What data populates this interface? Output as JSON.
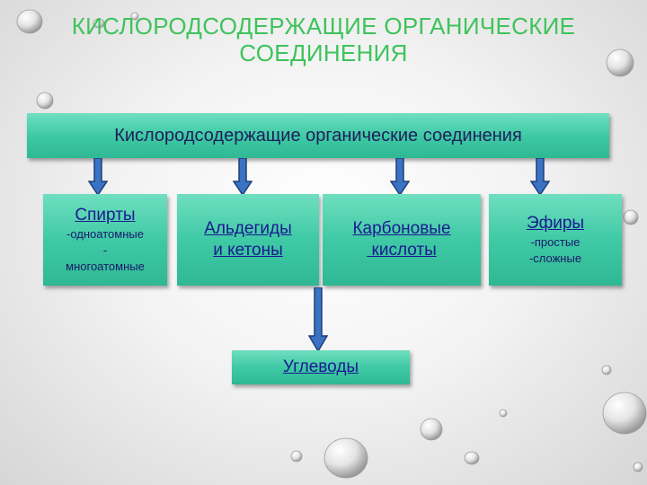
{
  "title": {
    "line1": "КИСЛОРОДСОДЕРЖАЩИЕ ОРГАНИЧЕСКИЕ",
    "line2": "СОЕДИНЕНИЯ"
  },
  "main_box": {
    "label": "Кислородсодержащие органические соединения"
  },
  "categories": [
    {
      "title": "Спирты",
      "items": [
        "-одноатомные",
        "-",
        "многоатомные"
      ]
    },
    {
      "title_line1": "Альдегиды",
      "title_line2": "и кетоны"
    },
    {
      "title_line1": "Карбоновые",
      "title_line2": " кислоты"
    },
    {
      "title": "Эфиры",
      "items": [
        "-простые",
        "-сложные"
      ]
    }
  ],
  "derived": {
    "label": "Углеводы"
  },
  "colors": {
    "title": "#3fc35c",
    "box": "#3fc9a5",
    "arrow_fill": "#3a73c4",
    "arrow_stroke": "#1f3f7a"
  }
}
